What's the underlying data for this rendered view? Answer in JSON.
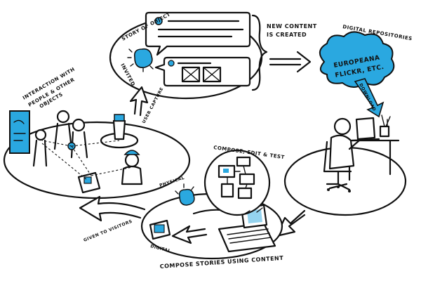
{
  "colors": {
    "accent": "#2aa8e0",
    "ink": "#111111",
    "paper": "#ffffff"
  },
  "labels": {
    "new_content_line1": "NEW CONTENT",
    "new_content_line2": "IS CREATED",
    "digital_repositories": "DIGITAL REPOSITORIES",
    "cloud_line1": "EUROPEANA",
    "cloud_line2": "FLICKR, ETC.",
    "download": "DOWNLOAD",
    "story_of_object": "STORY OF OBJECT",
    "invited": "INVITED",
    "user_capture": "USER CAPTURE",
    "interaction_line1": "INTERACTION WITH",
    "interaction_line2": "PEOPLE & OTHER",
    "interaction_line3": "OBJECTS",
    "compose_edit_test": "COMPOSE, EDIT & TEST",
    "physical": "PHYSICAL",
    "digital": "DIGITAL",
    "given_to_visitors": "GIVEN TO VISITORS",
    "compose_stories": "COMPOSE STORIES USING CONTENT"
  },
  "icons": [
    "cloud-icon",
    "arrow-right-icon",
    "arrow-down-icon",
    "arrow-left-icon",
    "monitor-icon",
    "person-icon",
    "laptop-icon",
    "pedestal-icon",
    "speech-bubble-icon"
  ]
}
